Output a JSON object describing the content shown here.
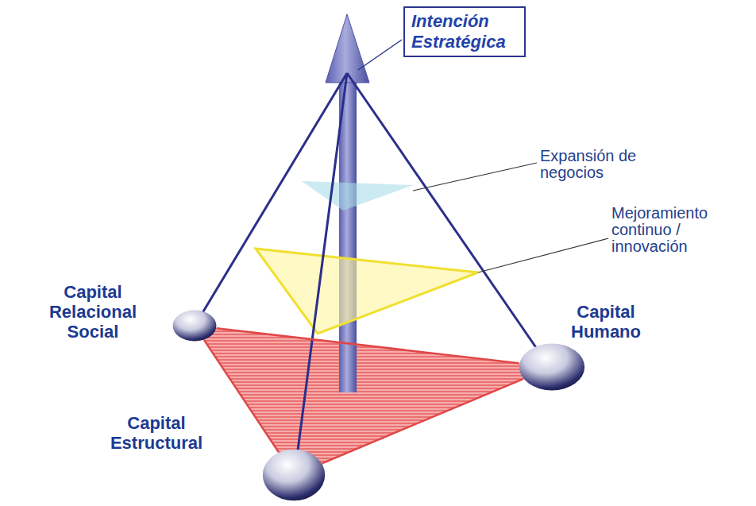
{
  "diagram": {
    "nodes": [
      {
        "text": [
          "Intención Estratégica"
        ]
      },
      {
        "text": [
          "Capital Relacional Social"
        ]
      },
      {
        "text": [
          "Capital Humano"
        ]
      },
      {
        "text": [
          "Capital Estructural"
        ]
      }
    ],
    "edges": [
      {
        "from": 1,
        "to": 2,
        "arrow": "none"
      },
      {
        "from": 1,
        "to": 3,
        "arrow": "none"
      },
      {
        "from": 3,
        "to": 2,
        "arrow": "none"
      }
    ],
    "labels": [
      "Expansión de negocios",
      "Mejoramiento continuo / innovación"
    ]
  }
}
